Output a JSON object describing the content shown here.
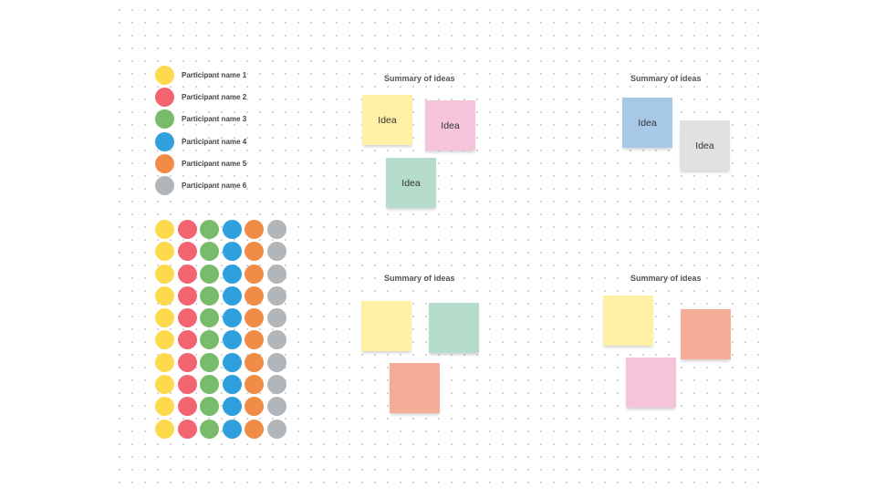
{
  "legend": {
    "items": [
      {
        "label": "Participant name 1",
        "color": "#fdd94e"
      },
      {
        "label": "Participant name 2",
        "color": "#f26570"
      },
      {
        "label": "Participant name 3",
        "color": "#78bb6b"
      },
      {
        "label": "Participant name 4",
        "color": "#2f9fdd"
      },
      {
        "label": "Participant name 5",
        "color": "#f18c47"
      },
      {
        "label": "Participant name 6",
        "color": "#b0b6ba"
      }
    ]
  },
  "dot_stickers": {
    "rows": 10,
    "columns": [
      "#fdd94e",
      "#f26570",
      "#78bb6b",
      "#2f9fdd",
      "#f18c47",
      "#b0b6ba"
    ]
  },
  "groups": [
    {
      "title": "Summary of ideas",
      "notes": [
        {
          "text": "Idea",
          "color": "#fef0a5"
        },
        {
          "text": "Idea",
          "color": "#f5c3da"
        },
        {
          "text": "Idea",
          "color": "#b6ddcb"
        }
      ]
    },
    {
      "title": "Summary of ideas",
      "notes": [
        {
          "text": "Idea",
          "color": "#a8c8e8"
        },
        {
          "text": "Idea",
          "color": "#e1e1e1"
        }
      ]
    },
    {
      "title": "Summary of ideas",
      "notes": [
        {
          "text": "",
          "color": "#fef0a5"
        },
        {
          "text": "",
          "color": "#b6ddcb"
        },
        {
          "text": "",
          "color": "#f4ad98"
        }
      ]
    },
    {
      "title": "Summary of ideas",
      "notes": [
        {
          "text": "",
          "color": "#fef0a5"
        },
        {
          "text": "",
          "color": "#f4ad98"
        },
        {
          "text": "",
          "color": "#f5c3da"
        }
      ]
    }
  ]
}
